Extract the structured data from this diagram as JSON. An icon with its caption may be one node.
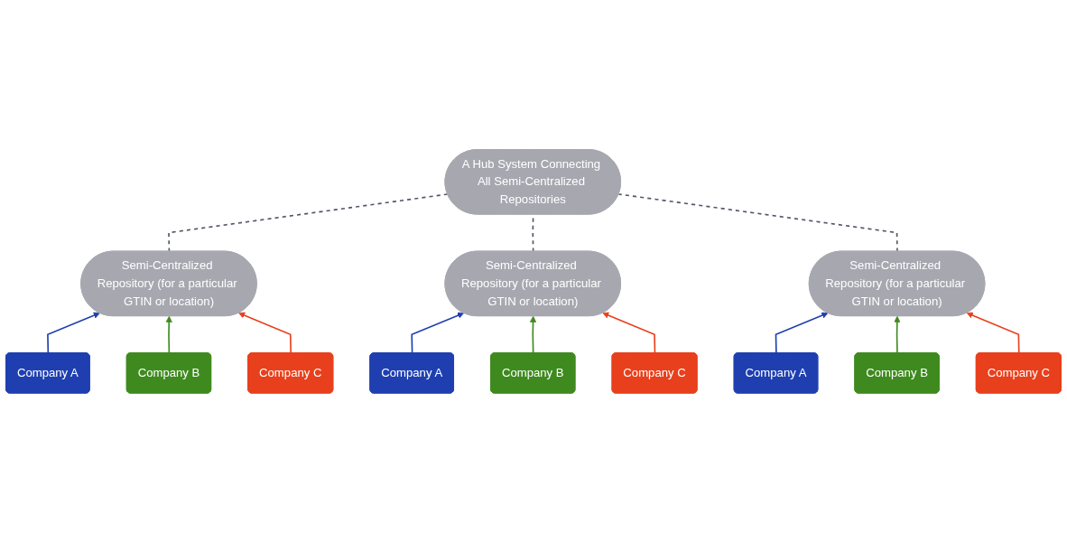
{
  "diagram": {
    "nodes": [
      {
        "text": [
          "A Hub System Connecting All Semi-Centralized Repositories"
        ]
      },
      {
        "text": [
          "Semi-Centralized Repository (for a particular GTIN or location)"
        ]
      },
      {
        "text": [
          "Company A"
        ]
      },
      {
        "text": [
          "Company B"
        ]
      },
      {
        "text": [
          "Company C"
        ]
      },
      {
        "text": [
          "Semi-Centralized Repository (for a particular GTIN or location)"
        ]
      },
      {
        "text": [
          "Semi-Centralized Repository (for a particular GTIN or location)"
        ]
      },
      {
        "text": [
          "Company A"
        ]
      },
      {
        "text": [
          "Company B"
        ]
      },
      {
        "text": [
          "Company C"
        ]
      },
      {
        "text": [
          "Company A"
        ]
      },
      {
        "text": [
          "Company B"
        ]
      },
      {
        "text": [
          "Company C"
        ]
      }
    ],
    "edges": [
      {
        "from": 5,
        "to": 0,
        "arrow": "none",
        "style": "dashed",
        "color": "#555566"
      },
      {
        "from": 1,
        "to": 0,
        "arrow": "none",
        "style": "dashed",
        "color": "#555566"
      },
      {
        "from": 6,
        "to": 0,
        "arrow": "none",
        "style": "dashed",
        "color": "#555566"
      },
      {
        "from": 2,
        "to": 1,
        "arrow": "to",
        "color": "#1f3fb0"
      },
      {
        "from": 3,
        "to": 1,
        "arrow": "to",
        "color": "#3f8a1f"
      },
      {
        "from": 4,
        "to": 1,
        "arrow": "to",
        "color": "#e8401c"
      },
      {
        "from": 7,
        "to": 5,
        "arrow": "to",
        "color": "#1f3fb0"
      },
      {
        "from": 8,
        "to": 5,
        "arrow": "to",
        "color": "#3f8a1f"
      },
      {
        "from": 9,
        "to": 5,
        "arrow": "to",
        "color": "#e8401c"
      },
      {
        "from": 10,
        "to": 6,
        "arrow": "to",
        "color": "#1f3fb0"
      },
      {
        "from": 11,
        "to": 6,
        "arrow": "to",
        "color": "#3f8a1f"
      },
      {
        "from": 12,
        "to": 6,
        "arrow": "to",
        "color": "#e8401c"
      }
    ]
  }
}
